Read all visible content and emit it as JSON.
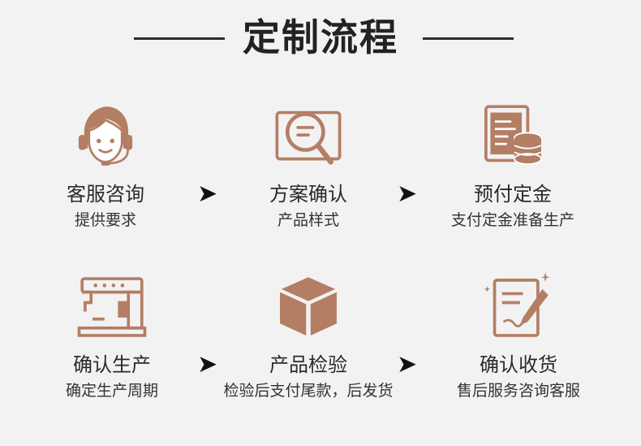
{
  "page": {
    "title": "定制流程"
  },
  "steps": [
    {
      "title": "客服咨询",
      "subtitle": "提供要求",
      "icon": "customer-service-icon"
    },
    {
      "title": "方案确认",
      "subtitle": "产品样式",
      "icon": "search-document-icon"
    },
    {
      "title": "预付定金",
      "subtitle": "支付定金准备生产",
      "icon": "document-coins-icon"
    },
    {
      "title": "确认生产",
      "subtitle": "确定生产周期",
      "icon": "sewing-machine-icon"
    },
    {
      "title": "产品检验",
      "subtitle": "检验后支付尾款，后发货",
      "icon": "package-box-icon"
    },
    {
      "title": "确认收货",
      "subtitle": "售后服务咨询客服",
      "icon": "sign-document-icon"
    }
  ],
  "arrow_glyph": "➤",
  "colors": {
    "accent": "#b47e64",
    "background": "#f2f2f2",
    "text": "#222222"
  }
}
